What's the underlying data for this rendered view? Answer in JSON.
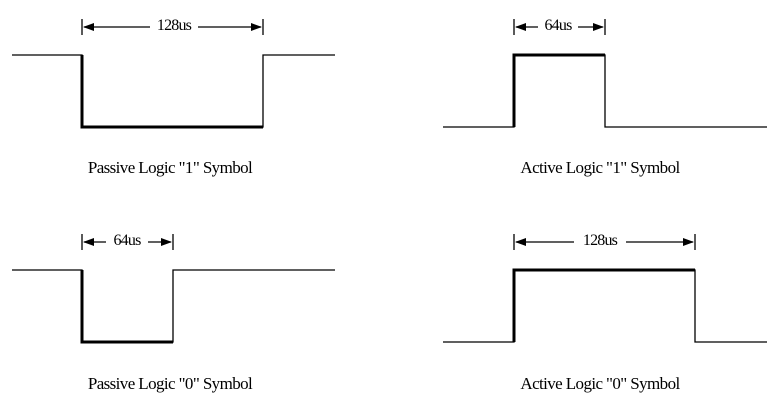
{
  "panels": [
    {
      "caption": "Passive Logic \"1\" Symbol",
      "duration": "128us",
      "style": "passive"
    },
    {
      "caption": "Active Logic \"1\" Symbol",
      "duration": "64us",
      "style": "active"
    },
    {
      "caption": "Passive Logic \"0\" Symbol",
      "duration": "64us",
      "style": "passive"
    },
    {
      "caption": "Active Logic \"0\" Symbol",
      "duration": "128us",
      "style": "active"
    }
  ],
  "colors": {
    "line": "#000000",
    "background": "#ffffff"
  }
}
